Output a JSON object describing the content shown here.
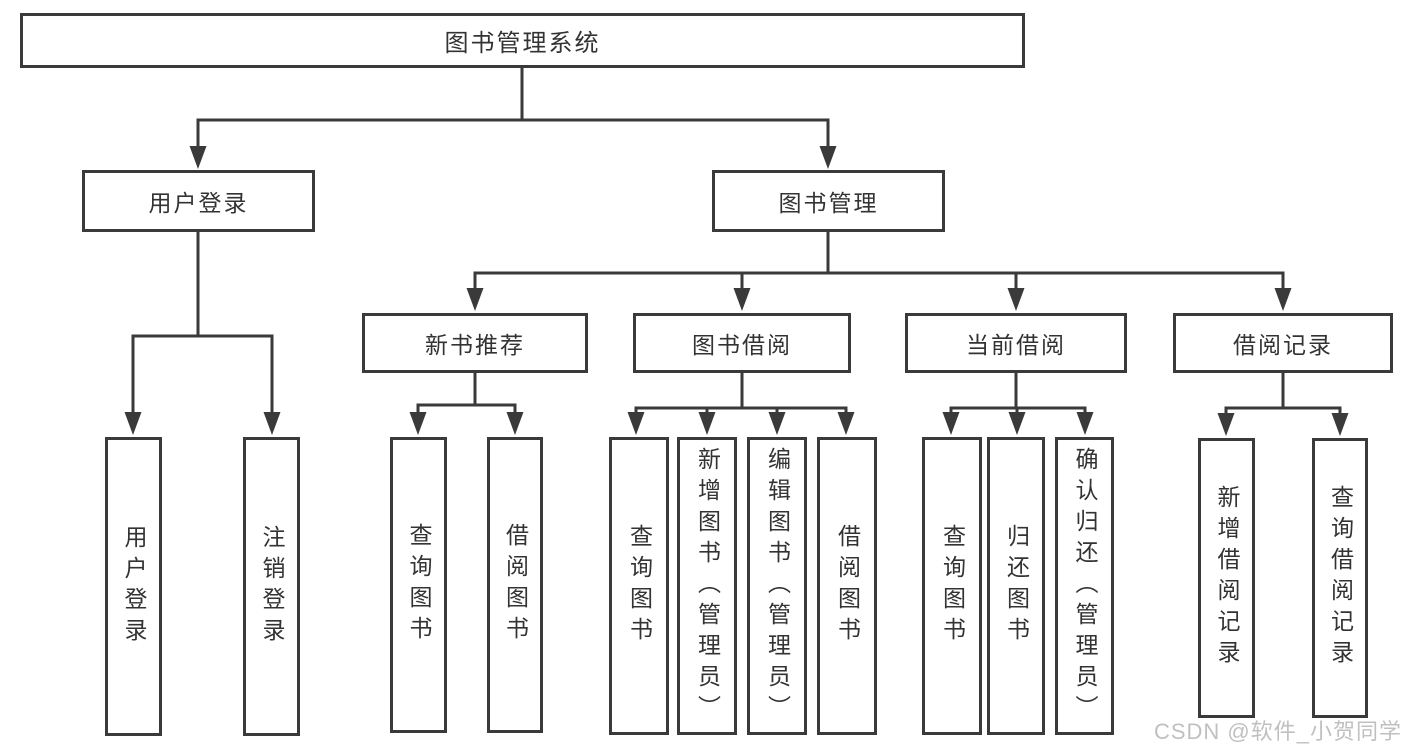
{
  "diagram": {
    "watermark": "CSDN @软件_小贺同学",
    "colors": {
      "line": "#3a3a3a",
      "text": "#333333",
      "box_bg": "#ffffff",
      "watermark": "#c0c0c0"
    },
    "nodes": [
      {
        "id": "root",
        "label": "图书管理系统",
        "level": 1,
        "parent": null
      },
      {
        "id": "user-login",
        "label": "用户登录",
        "level": 2,
        "parent": "root"
      },
      {
        "id": "book-mgmt",
        "label": "图书管理",
        "level": 2,
        "parent": "root"
      },
      {
        "id": "new-book-rec",
        "label": "新书推荐",
        "level": 3,
        "parent": "book-mgmt"
      },
      {
        "id": "book-borrow",
        "label": "图书借阅",
        "level": 3,
        "parent": "book-mgmt"
      },
      {
        "id": "current-borrow",
        "label": "当前借阅",
        "level": 3,
        "parent": "book-mgmt"
      },
      {
        "id": "borrow-records",
        "label": "借阅记录",
        "level": 3,
        "parent": "book-mgmt"
      },
      {
        "id": "login-leaf",
        "label": "用户登录",
        "level": 4,
        "parent": "user-login"
      },
      {
        "id": "logout-leaf",
        "label": "注销登录",
        "level": 4,
        "parent": "user-login"
      },
      {
        "id": "rec-query-books",
        "label": "查询图书",
        "level": 4,
        "parent": "new-book-rec"
      },
      {
        "id": "rec-borrow-books",
        "label": "借阅图书",
        "level": 4,
        "parent": "new-book-rec"
      },
      {
        "id": "bb-query-books",
        "label": "查询图书",
        "level": 4,
        "parent": "book-borrow"
      },
      {
        "id": "bb-add-books",
        "label": "新增图书（管理员）",
        "level": 4,
        "parent": "book-borrow"
      },
      {
        "id": "bb-edit-books",
        "label": "编辑图书（管理员）",
        "level": 4,
        "parent": "book-borrow"
      },
      {
        "id": "bb-borrow-books",
        "label": "借阅图书",
        "level": 4,
        "parent": "book-borrow"
      },
      {
        "id": "cb-query-books",
        "label": "查询图书",
        "level": 4,
        "parent": "current-borrow"
      },
      {
        "id": "cb-return-books",
        "label": "归还图书",
        "level": 4,
        "parent": "current-borrow"
      },
      {
        "id": "cb-confirm-return",
        "label": "确认归还（管理员）",
        "level": 4,
        "parent": "current-borrow"
      },
      {
        "id": "br-add-record",
        "label": "新增借阅记录",
        "level": 4,
        "parent": "borrow-records"
      },
      {
        "id": "br-query-record",
        "label": "查询借阅记录",
        "level": 4,
        "parent": "borrow-records"
      }
    ]
  }
}
